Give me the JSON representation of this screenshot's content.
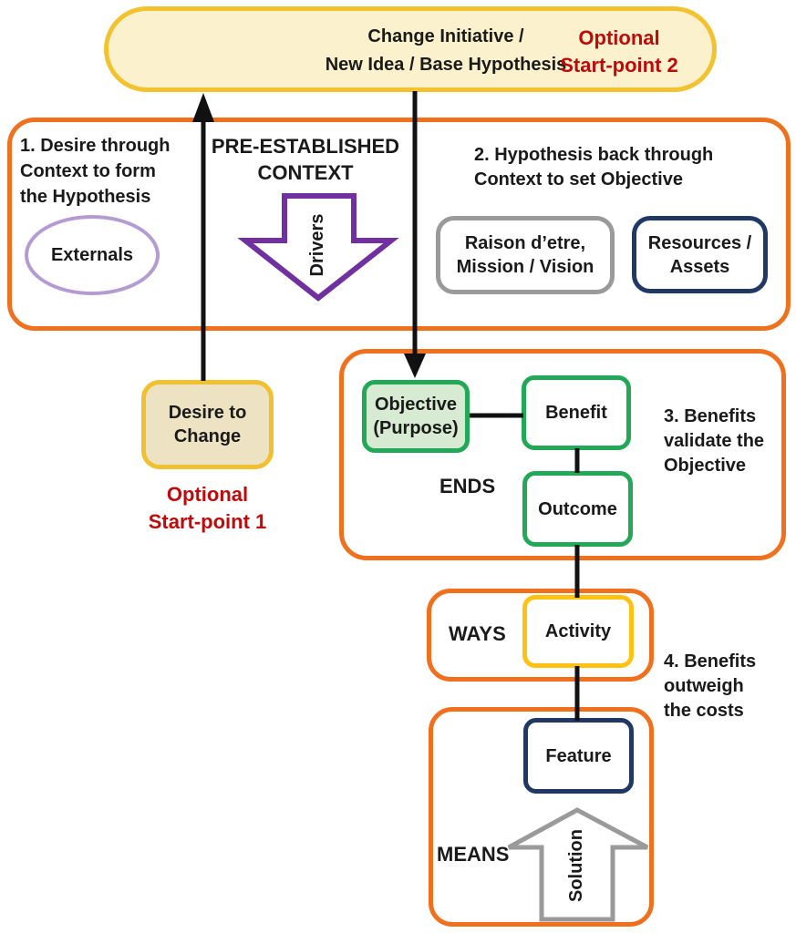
{
  "colors": {
    "orange": "#F1701E",
    "gold": "#F2C230",
    "cream": "#FBF1CD",
    "amber": "#F0C030",
    "cream2": "#EDE3C2",
    "red": "#BE0A0A",
    "purple": "#7030A0",
    "lavender": "#B49BD1",
    "green": "#22A857",
    "lightgreen": "#D7EBD2",
    "navy": "#1F3864",
    "gray": "#9A9A9A",
    "yellow": "#FFC112",
    "ink": "#1A1A1A"
  },
  "top_pill": {
    "title": "Change Initiative /\nNew Idea / Base Hypothesis",
    "optional": "Optional\nStart-point 2"
  },
  "context": {
    "step1": "1. Desire through\nContext to form\nthe Hypothesis",
    "externals": "Externals",
    "heading": "PRE-ESTABLISHED\nCONTEXT",
    "drivers": "Drivers",
    "step2": "2. Hypothesis back through\nContext to set Objective",
    "raison": "Raison d’etre,\nMission / Vision",
    "resources": "Resources /\nAssets"
  },
  "start1": {
    "box": "Desire to\nChange",
    "optional": "Optional\nStart-point 1"
  },
  "ends": {
    "label": "ENDS",
    "objective": "Objective\n(Purpose)",
    "benefit": "Benefit",
    "outcome": "Outcome",
    "step3": "3. Benefits\nvalidate the\nObjective"
  },
  "ways": {
    "label": "WAYS",
    "activity": "Activity",
    "step4": "4. Benefits\noutweigh\nthe costs"
  },
  "means": {
    "label": "MEANS",
    "feature": "Feature",
    "solution": "Solution"
  }
}
